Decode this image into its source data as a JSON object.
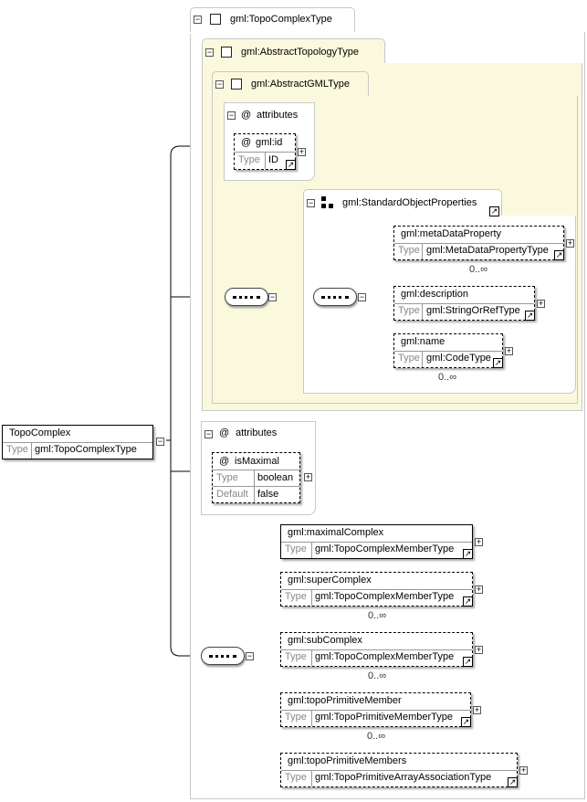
{
  "diagram": {
    "root": {
      "name": "TopoComplex",
      "type_key": "Type",
      "type_value": "gml:TopoComplexType"
    },
    "topo_complex_type": {
      "title": "gml:TopoComplexType"
    },
    "abstract_topology_type": {
      "title": "gml:AbstractTopologyType"
    },
    "abstract_gml_type": {
      "title": "gml:AbstractGMLType",
      "attributes_title": "attributes",
      "attr_symbol": "@",
      "id_attr": {
        "name": "gml:id",
        "type_key": "Type",
        "type_value": "ID"
      }
    },
    "standard_object_properties": {
      "title": "gml:StandardObjectProperties",
      "elements": [
        {
          "name": "gml:metaDataProperty",
          "type_key": "Type",
          "type_value": "gml:MetaDataPropertyType",
          "cardinality": "0..∞"
        },
        {
          "name": "gml:description",
          "type_key": "Type",
          "type_value": "gml:StringOrRefType",
          "cardinality": ""
        },
        {
          "name": "gml:name",
          "type_key": "Type",
          "type_value": "gml:CodeType",
          "cardinality": "0..∞"
        }
      ]
    },
    "topo_attributes": {
      "title": "attributes",
      "attr_symbol": "@",
      "is_maximal": {
        "name": "isMaximal",
        "type_key": "Type",
        "type_value": "boolean",
        "default_key": "Default",
        "default_value": "false"
      }
    },
    "members": [
      {
        "name": "gml:maximalComplex",
        "type_key": "Type",
        "type_value": "gml:TopoComplexMemberType",
        "cardinality": ""
      },
      {
        "name": "gml:superComplex",
        "type_key": "Type",
        "type_value": "gml:TopoComplexMemberType",
        "cardinality": "0..∞"
      },
      {
        "name": "gml:subComplex",
        "type_key": "Type",
        "type_value": "gml:TopoComplexMemberType",
        "cardinality": "0..∞"
      },
      {
        "name": "gml:topoPrimitiveMember",
        "type_key": "Type",
        "type_value": "gml:TopoPrimitiveMemberType",
        "cardinality": "0..∞"
      },
      {
        "name": "gml:topoPrimitiveMembers",
        "type_key": "Type",
        "type_value": "gml:TopoPrimitiveArrayAssociationType",
        "cardinality": ""
      }
    ],
    "glyphs": {
      "collapse": "−",
      "expand": "+",
      "link": "↗"
    }
  }
}
